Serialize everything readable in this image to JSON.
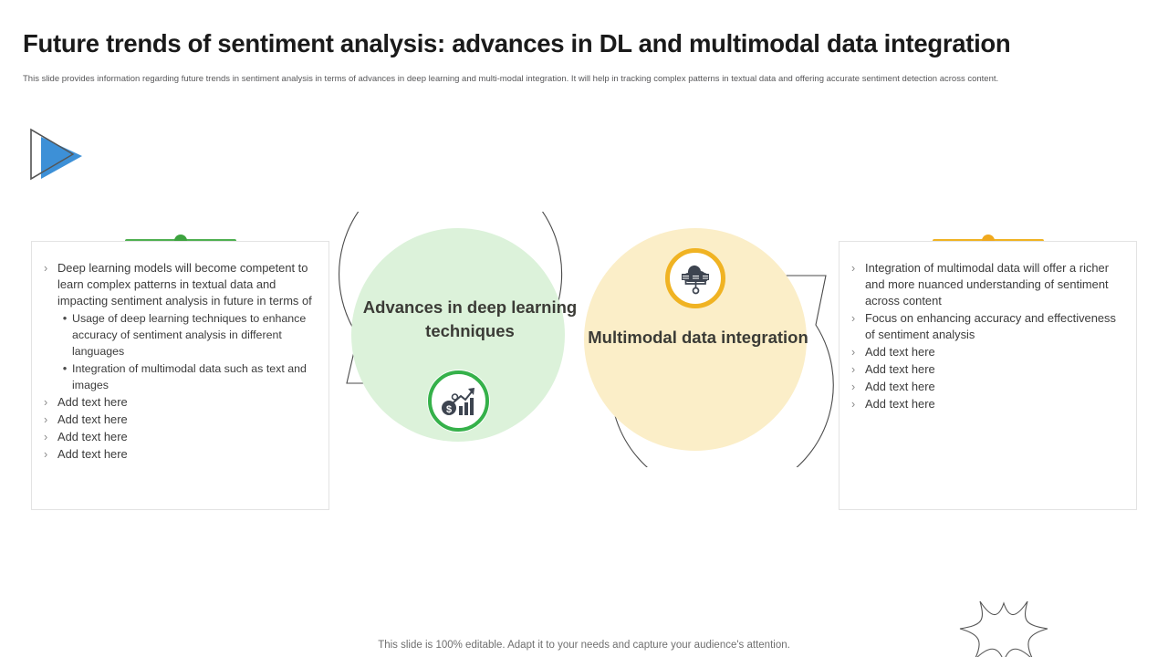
{
  "header": {
    "title": "Future trends of sentiment analysis: advances in DL and multimodal data integration",
    "subtitle": "This slide provides information regarding future trends in sentiment analysis in terms of advances in deep learning and multi-modal integration.  It  will help in tracking complex patterns in textual data and offering accurate sentiment detection across content."
  },
  "logo": {
    "name": "play-triangle-logo",
    "color": "#3d90d7"
  },
  "colors": {
    "green_accent": "#4fb051",
    "yellow_accent": "#f0b323",
    "green_fill": "#dcf2da",
    "yellow_fill": "#fbeec8",
    "outline": "#4a4a4a",
    "panel_border": "#e3e3e3"
  },
  "left_panel": {
    "accent": {
      "name": "green-accent-bar",
      "bar_color": "#4fb051",
      "dot_color": "#3da33f"
    },
    "bullets": [
      {
        "marker": "›",
        "level": 1,
        "text": "Deep learning models will become competent to learn complex patterns in textual data and impacting sentiment analysis in future in terms of"
      },
      {
        "marker": "•",
        "level": 2,
        "text": "Usage of deep learning techniques to enhance accuracy of sentiment analysis in different languages"
      },
      {
        "marker": "•",
        "level": 2,
        "text": "Integration of multimodal data such as text and images"
      },
      {
        "marker": "›",
        "level": 1,
        "text": "Add text here"
      },
      {
        "marker": "›",
        "level": 1,
        "text": "Add text here"
      },
      {
        "marker": "›",
        "level": 1,
        "text": "Add text here"
      },
      {
        "marker": "›",
        "level": 1,
        "text": "Add text here"
      }
    ]
  },
  "right_panel": {
    "accent": {
      "name": "yellow-accent-bar",
      "bar_color": "#f0b323",
      "dot_color": "#f0a91e"
    },
    "bullets": [
      {
        "marker": "›",
        "level": 1,
        "text": "Integration of multimodal data will offer a richer and more nuanced understanding of sentiment across content"
      },
      {
        "marker": "›",
        "level": 1,
        "text": "Focus on enhancing accuracy and effectiveness of sentiment analysis"
      },
      {
        "marker": "›",
        "level": 1,
        "text": "Add text here"
      },
      {
        "marker": "›",
        "level": 1,
        "text": "Add text here"
      },
      {
        "marker": "›",
        "level": 1,
        "text": "Add text here"
      },
      {
        "marker": "›",
        "level": 1,
        "text": "Add text here"
      }
    ]
  },
  "diagram": {
    "nodes": [
      {
        "id": "green",
        "label": "Advances in deep learning techniques",
        "fill": "#dcf2da",
        "ring": "#35b14a",
        "icon": "bar-chart-growth-icon"
      },
      {
        "id": "yellow",
        "label": "Multimodal data integration",
        "fill": "#fbeec8",
        "ring": "#f0b323",
        "icon": "cloud-network-icon"
      }
    ]
  },
  "footer": {
    "text": "This slide is 100% editable. Adapt it to your needs and capture your audience's attention."
  },
  "decoration": {
    "name": "starburst-outline"
  }
}
